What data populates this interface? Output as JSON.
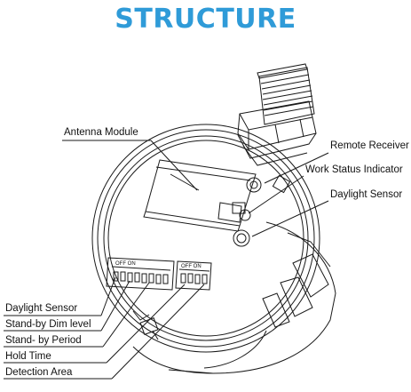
{
  "title": "STRUCTURE",
  "colors": {
    "title": "#2f9bd8",
    "line": "#1a1a1a"
  },
  "labels": {
    "antenna_module": "Antenna Module",
    "remote_receiver": "Remote Receiver",
    "work_status_indicator": "Work Status Indicator",
    "daylight_sensor_right": "Daylight Sensor",
    "daylight_sensor_left": "Daylight Sensor",
    "standby_dim_level": "Stand-by Dim level",
    "standby_period": "Stand- by Period",
    "hold_time": "Hold Time",
    "detection_area": "Detection Area"
  },
  "dip_switches": {
    "left_markings": "OFF ON",
    "right_markings": "OFF ON"
  }
}
